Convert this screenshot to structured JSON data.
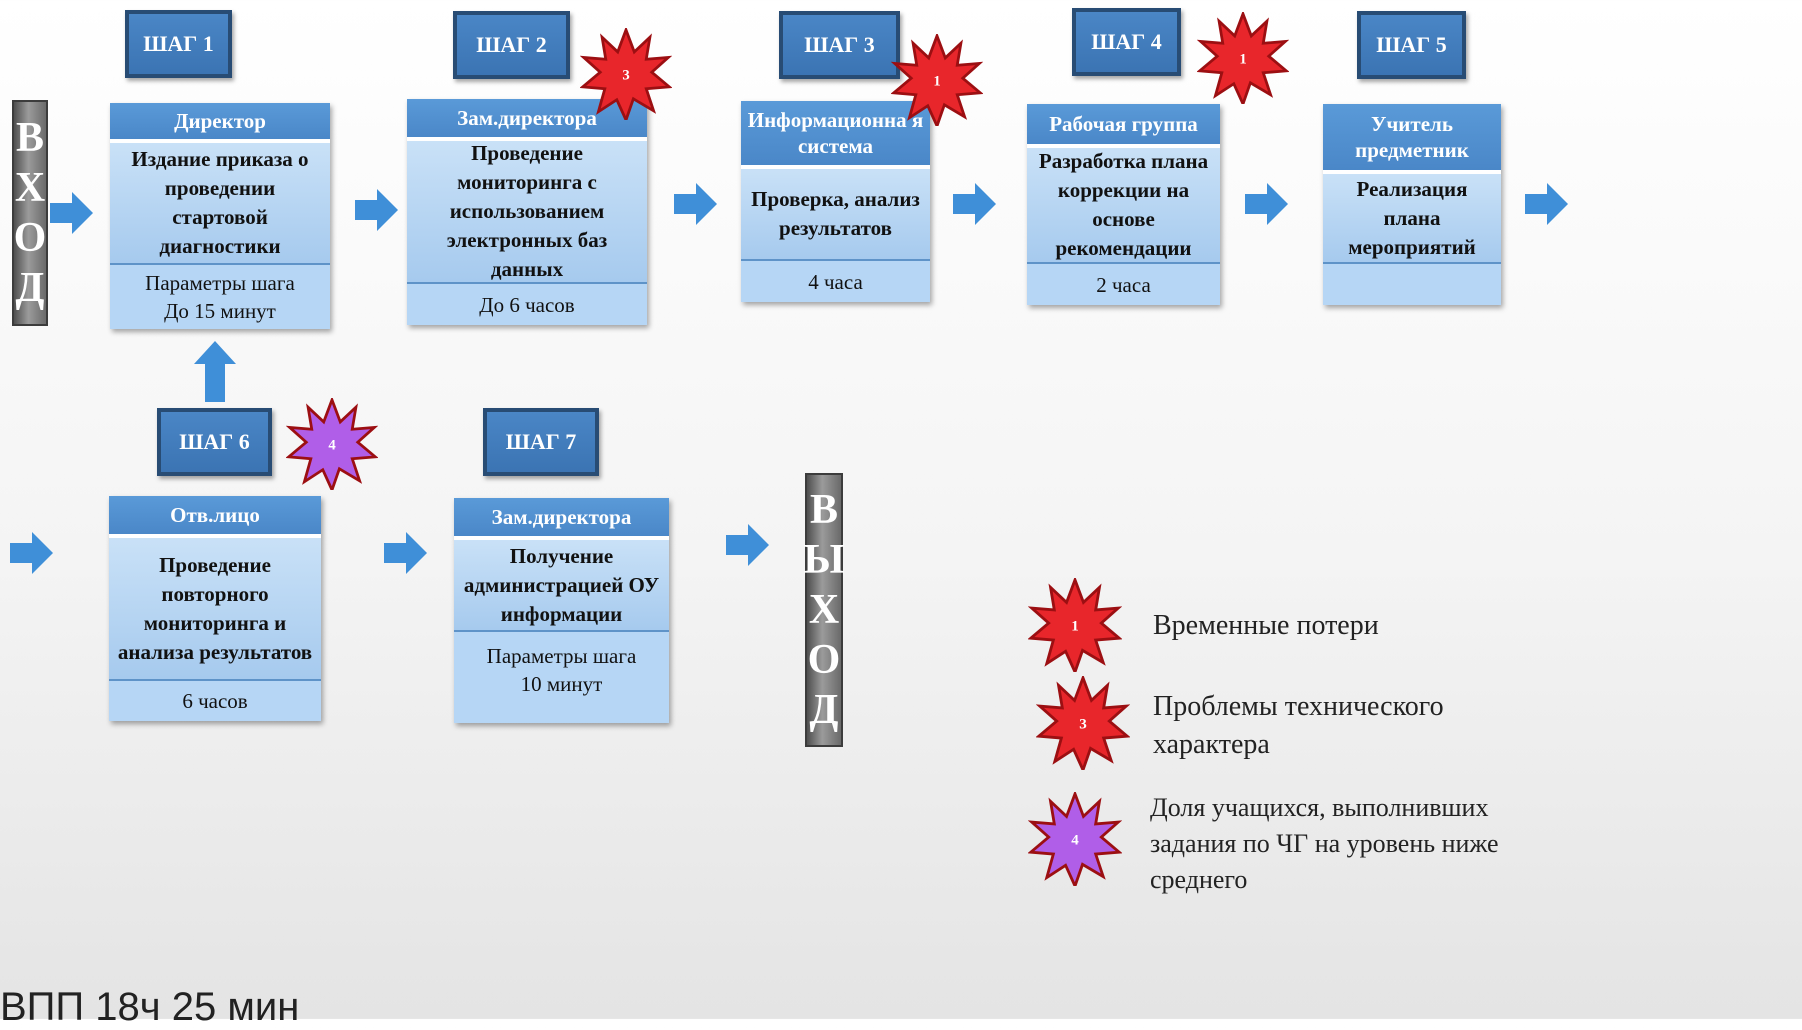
{
  "entry": {
    "letters": [
      "В",
      "Х",
      "О",
      "Д"
    ]
  },
  "exit": {
    "letters": [
      "В",
      "Ы",
      "Х",
      "О",
      "Д"
    ]
  },
  "steps": [
    {
      "label": "ШАГ 1",
      "role": "Директор",
      "action": "Издание приказа о проведении стартовой диагностики",
      "params": "Параметры  шага\nДо 15 минут"
    },
    {
      "label": "ШАГ 2",
      "role": "Зам.директора",
      "action": "Проведение мониторинга с использованием электронных баз данных",
      "params": "До 6 часов",
      "badge": "3"
    },
    {
      "label": "ШАГ 3",
      "role": "Информационна я система",
      "action": "Проверка, анализ результатов",
      "params": "4 часа",
      "badge": "1"
    },
    {
      "label": "ШАГ 4",
      "role": "Рабочая группа",
      "action": "Разработка плана коррекции на основе рекомендации",
      "params": "2 часа",
      "badge": "1"
    },
    {
      "label": "ШАГ 5",
      "role": "Учитель предметник",
      "action": "Реализация плана мероприятий",
      "params": ""
    },
    {
      "label": "ШАГ 6",
      "role": "Отв.лицо",
      "action": "Проведение повторного мониторинга и анализа результатов",
      "params": "6 часов",
      "badge": "4"
    },
    {
      "label": "ШАГ 7",
      "role": "Зам.директора",
      "action": "Получение администрацией ОУ информации",
      "params": "Параметры шага\n10 минут"
    }
  ],
  "legend": [
    {
      "badge": "1",
      "text": "Временные потери",
      "color": "#e8262b"
    },
    {
      "badge": "3",
      "text": "Проблемы технического характера",
      "color": "#e8262b"
    },
    {
      "badge": "4",
      "text": "Доля учащихся, выполнивших задания по ЧГ на уровень ниже среднего",
      "color": "#b05ee8"
    }
  ],
  "footer": {
    "note": "ВПП  18ч  25 мин"
  },
  "colors": {
    "arrow": "#3f8fd8",
    "star_red": "#e8262b",
    "star_purple": "#b05ee8",
    "star_stroke": "#9c0f12",
    "box_header": "#4a87c8",
    "step_label": "#3b74b3"
  }
}
